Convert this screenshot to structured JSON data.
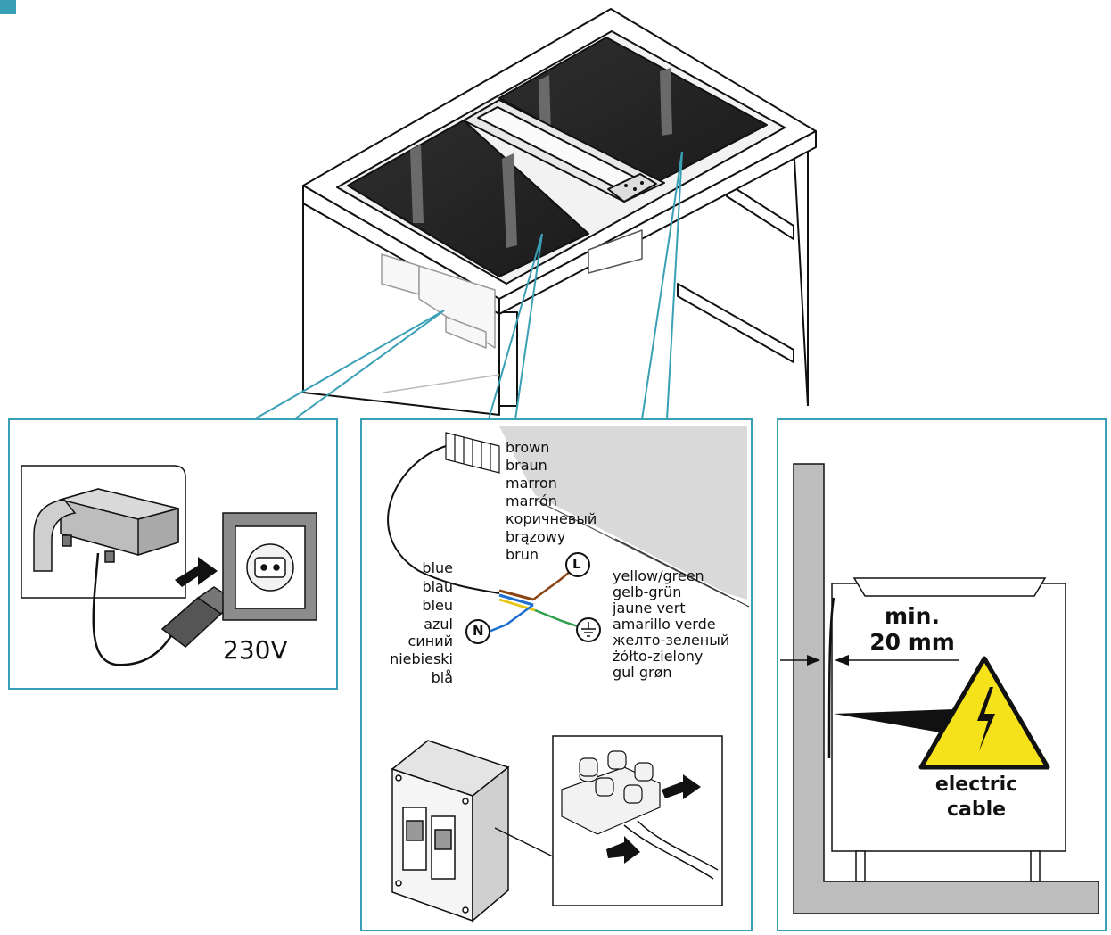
{
  "voltage": "230V",
  "brown_labels": [
    "brown",
    "braun",
    "marron",
    "marrón",
    "коричневый",
    "brązowy",
    "brun"
  ],
  "blue_labels": [
    "blue",
    "blau",
    "bleu",
    "azul",
    "синий",
    "niebieski",
    "blå"
  ],
  "yellow_green_labels": [
    "yellow/green",
    "gelb-grün",
    "jaune vert",
    "amarillo verde",
    "желто-зеленый",
    "żółto-zielony",
    "gul grøn"
  ],
  "terminal_live": "L",
  "terminal_neutral": "N",
  "clearance": {
    "line1": "min.",
    "line2": "20 mm"
  },
  "warning": {
    "line1": "electric",
    "line2": "cable"
  },
  "colors": {
    "accent": "#3aa0b5",
    "warning_yellow": "#f5e21a",
    "wire_brown": "#8b4513",
    "wire_blue": "#1e6fd0",
    "wire_yellow": "#e6c619",
    "wire_green": "#2fa04a"
  }
}
